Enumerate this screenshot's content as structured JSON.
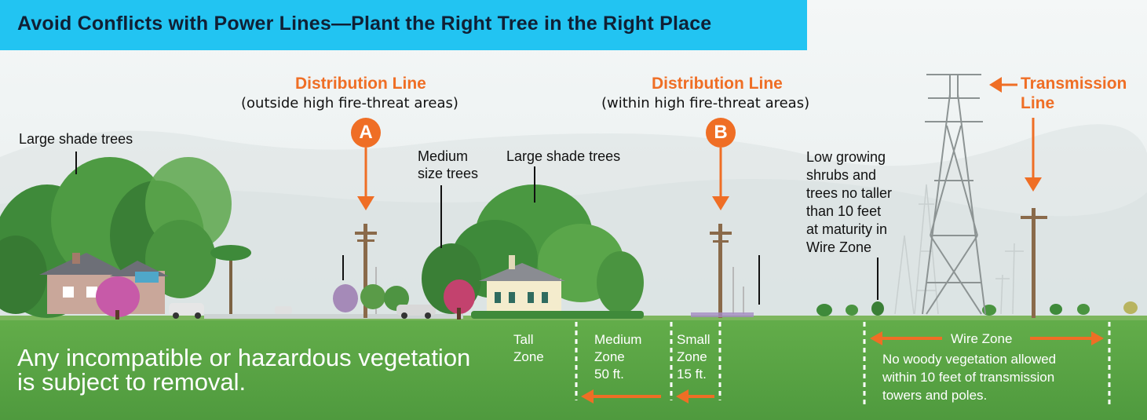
{
  "title": "Avoid Conflicts with Power Lines—Plant the Right Tree in the Right Place",
  "line_a": {
    "heading": "Distribution Line",
    "subtitle": "(outside high fire-threat areas)",
    "badge": "A"
  },
  "line_b": {
    "heading": "Distribution Line",
    "subtitle": "(within high fire-threat areas)",
    "badge": "B"
  },
  "transmission": {
    "line1": "Transmission",
    "line2": "Line"
  },
  "labels": {
    "large_shade_left": "Large shade trees",
    "medium_trees_1": "Medium",
    "medium_trees_2": "size trees",
    "large_shade_center": "Large shade trees",
    "low_shrubs": [
      "Low growing",
      "shrubs and",
      "trees no taller",
      "than 10 feet",
      "at maturity in",
      "Wire Zone"
    ]
  },
  "zones": {
    "tall": [
      "Tall",
      "Zone"
    ],
    "medium": [
      "Medium",
      "Zone",
      "50 ft."
    ],
    "small": [
      "Small",
      "Zone",
      "15 ft."
    ],
    "wire_title": "Wire Zone",
    "wire_desc": [
      "No woody vegetation allowed",
      "within 10 feet of transmission",
      "towers and poles."
    ]
  },
  "notice": [
    "Any incompatible or hazardous vegetation",
    "is subject to removal."
  ],
  "colors": {
    "banner": "#22c4f2",
    "accent_orange": "#ef6e25",
    "grass": "#5aa445",
    "sky": "#f2f5f5"
  }
}
